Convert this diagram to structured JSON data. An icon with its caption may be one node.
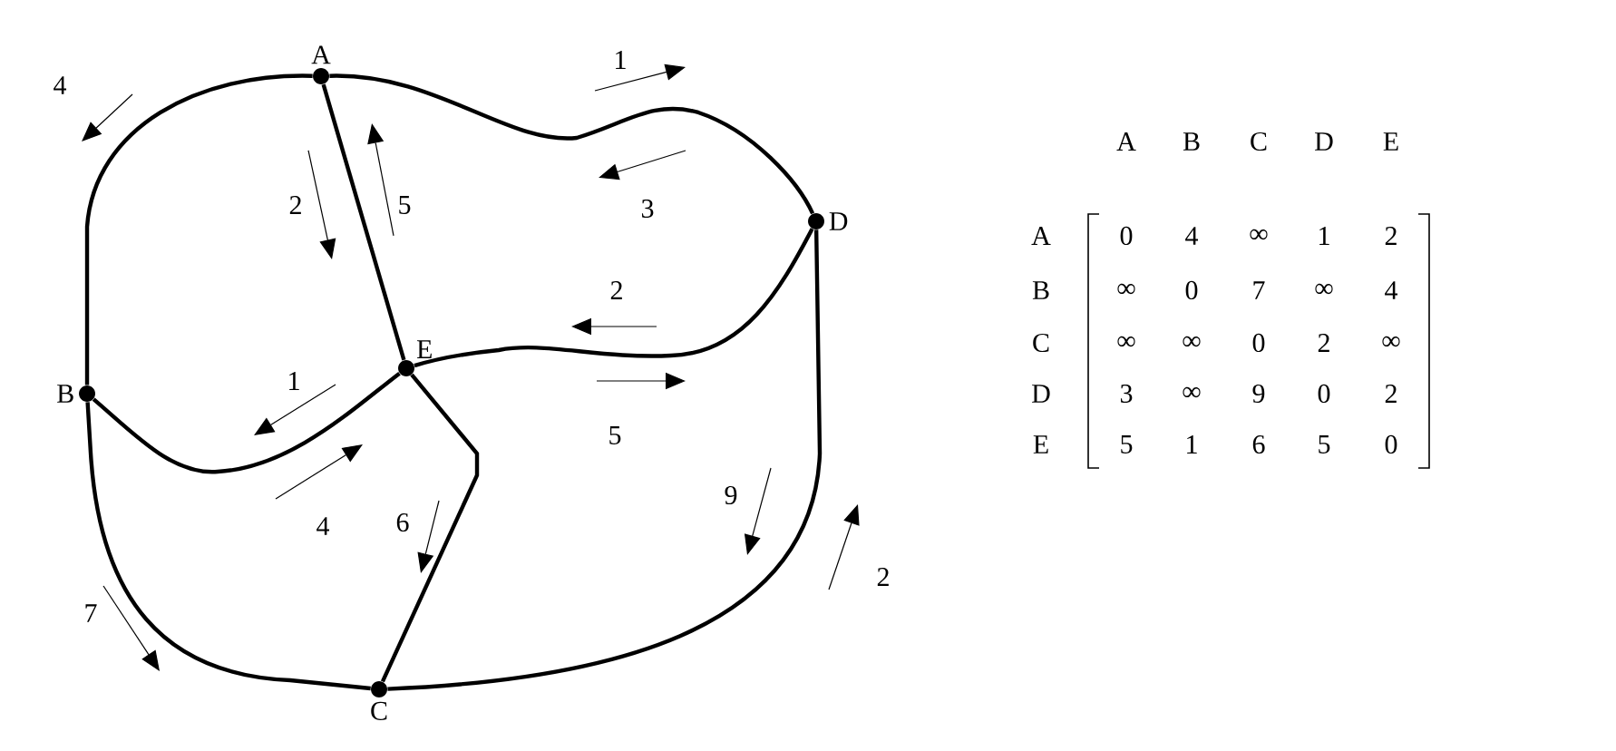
{
  "diagram": {
    "nodes": [
      {
        "text": [
          "A"
        ]
      },
      {
        "text": [
          "B"
        ]
      },
      {
        "text": [
          "C"
        ]
      },
      {
        "text": [
          "D"
        ]
      },
      {
        "text": [
          "E"
        ]
      }
    ],
    "edges": [
      {
        "from": 0,
        "to": 1,
        "arrow": "none"
      },
      {
        "from": 0,
        "to": 3,
        "arrow": "none"
      },
      {
        "from": 0,
        "to": 4,
        "arrow": "none"
      },
      {
        "from": 1,
        "to": 4,
        "arrow": "none"
      },
      {
        "from": 1,
        "to": 2,
        "arrow": "none"
      },
      {
        "from": 2,
        "to": 4,
        "arrow": "none"
      },
      {
        "from": 2,
        "to": 3,
        "arrow": "none"
      },
      {
        "from": 3,
        "to": 4,
        "arrow": "none"
      }
    ],
    "labels": [
      "4",
      "1",
      "2",
      "5",
      "3",
      "2",
      "1",
      "5",
      "4",
      "6",
      "9",
      "7",
      "2",
      "A",
      "B",
      "C",
      "D",
      "E",
      "A",
      "0",
      "4",
      "∞",
      "1",
      "2",
      "B",
      "∞",
      "0",
      "7",
      "∞",
      "4",
      "C",
      "∞",
      "∞",
      "0",
      "2",
      "∞",
      "D",
      "3",
      "∞",
      "9",
      "0",
      "2",
      "E",
      "5",
      "1",
      "6",
      "5",
      "0"
    ]
  }
}
